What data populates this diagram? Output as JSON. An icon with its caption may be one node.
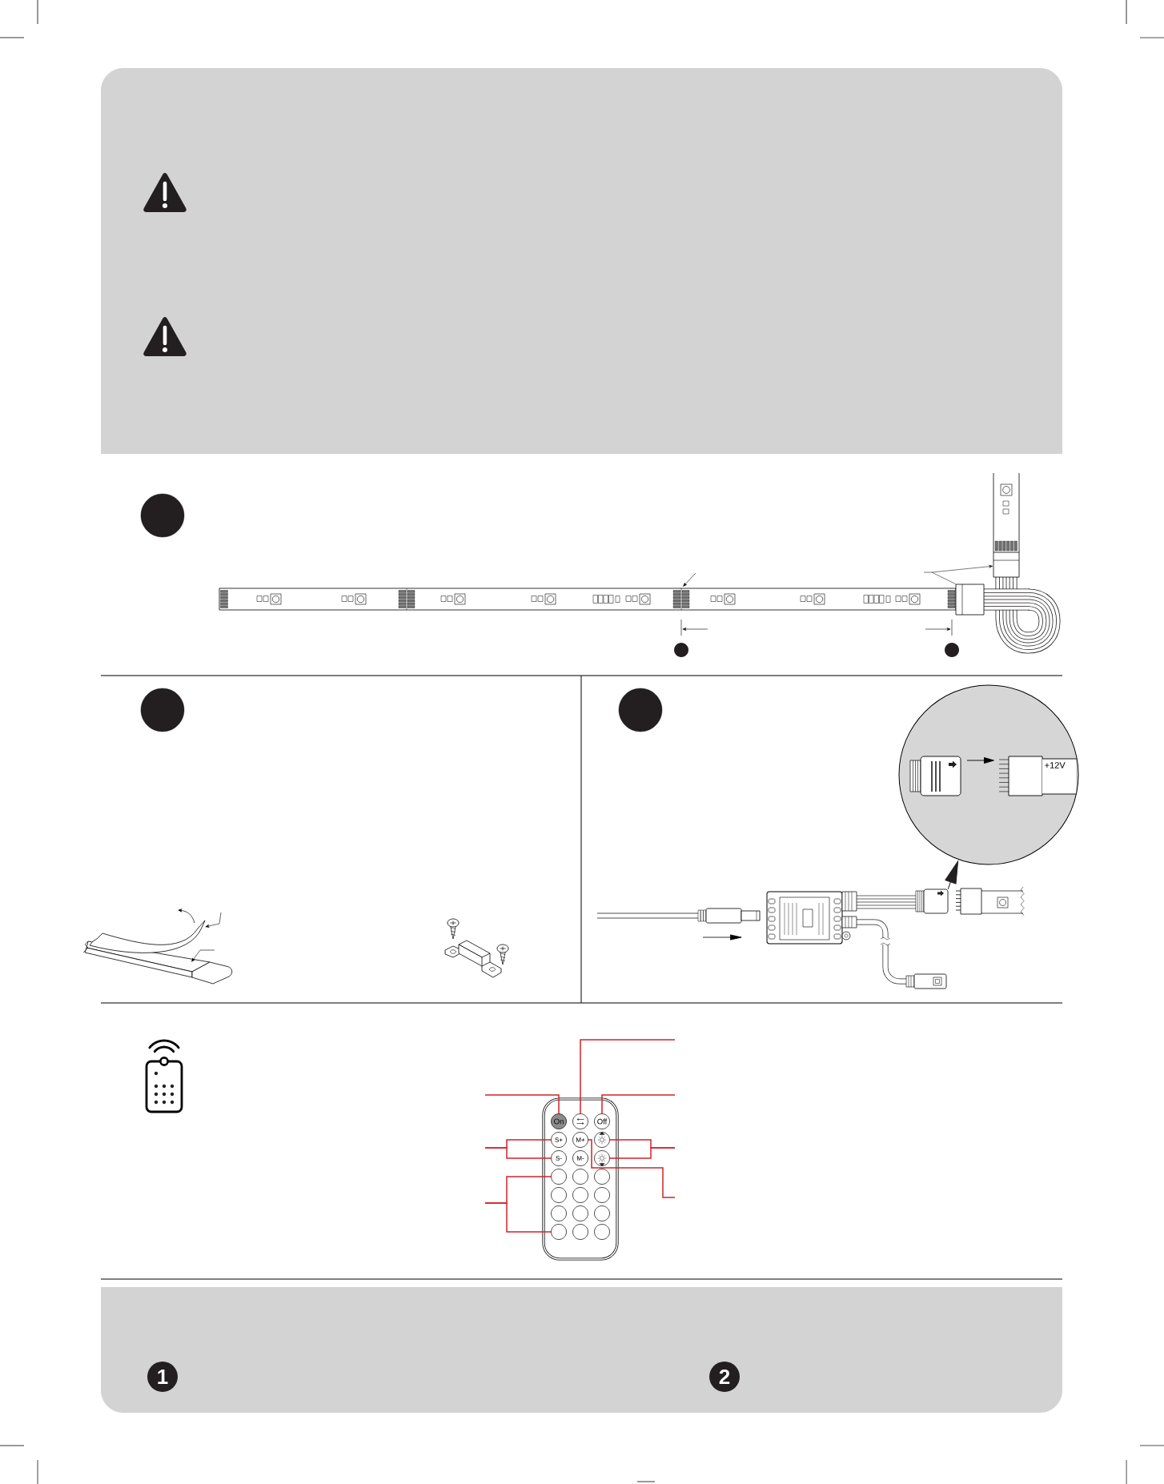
{
  "diagram": {
    "nodes": [
      {
        "text": [],
        "shape": "circle"
      },
      {
        "text": [],
        "shape": "box"
      },
      {
        "text": [],
        "shape": "box"
      },
      {
        "text": [],
        "shape": "circle"
      },
      {
        "text": [],
        "shape": "circle"
      },
      {
        "text": [],
        "shape": "circle"
      },
      {
        "text": [],
        "shape": "picture"
      },
      {
        "text": [],
        "shape": "picture"
      },
      {
        "text": [],
        "shape": "box"
      },
      {
        "text": [
          "On"
        ],
        "in": 8
      },
      {
        "text": [],
        "shape": "picture",
        "in": 8
      },
      {
        "text": [
          "Off"
        ],
        "in": 8
      },
      {
        "text": [
          "S+"
        ],
        "in": 8
      },
      {
        "text": [
          "M+"
        ],
        "in": 8
      },
      {
        "text": [],
        "shape": "picture",
        "in": 8
      },
      {
        "text": [
          "S-"
        ],
        "in": 8
      },
      {
        "text": [
          "M-"
        ],
        "in": 8
      },
      {
        "text": [],
        "shape": "picture",
        "in": 8
      },
      {
        "text": [],
        "shape": "circle",
        "in": 8
      },
      {
        "text": [],
        "shape": "circle",
        "in": 8
      },
      {
        "text": [],
        "shape": "circle",
        "in": 8
      },
      {
        "text": [],
        "shape": "circle",
        "in": 8
      },
      {
        "text": [],
        "shape": "circle",
        "in": 8
      },
      {
        "text": [],
        "shape": "circle",
        "in": 8
      },
      {
        "text": [],
        "shape": "circle",
        "in": 8
      },
      {
        "text": [],
        "shape": "circle",
        "in": 8
      },
      {
        "text": [],
        "shape": "circle",
        "in": 8
      },
      {
        "text": [],
        "shape": "circle",
        "in": 8
      },
      {
        "text": [],
        "shape": "circle",
        "in": 8
      },
      {
        "text": [],
        "shape": "circle",
        "in": 8
      },
      {
        "text": [
          "1"
        ]
      },
      {
        "text": [
          "2"
        ]
      }
    ],
    "edges": [
      {
        "from": 2,
        "to": 1,
        "arrow": "to",
        "color": "#231f20"
      },
      {
        "from": 6,
        "to": 5,
        "arrow": "to",
        "color": "#231f20"
      },
      {
        "from": null,
        "to": 9,
        "arrow": "none"
      },
      {
        "from": null,
        "to": 10,
        "arrow": "none"
      },
      {
        "from": null,
        "to": 11,
        "arrow": "none"
      },
      {
        "from": null,
        "to": 12,
        "arrow": "none"
      },
      {
        "from": null,
        "to": 15,
        "arrow": "none"
      },
      {
        "from": null,
        "to": 18,
        "arrow": "none"
      },
      {
        "from": null,
        "to": 27,
        "arrow": "none"
      },
      {
        "from": null,
        "to": 14,
        "arrow": "none"
      },
      {
        "from": null,
        "to": 17,
        "arrow": "none"
      },
      {
        "from": null,
        "to": 13,
        "arrow": "none"
      }
    ],
    "labels": [
      "+12V"
    ]
  }
}
